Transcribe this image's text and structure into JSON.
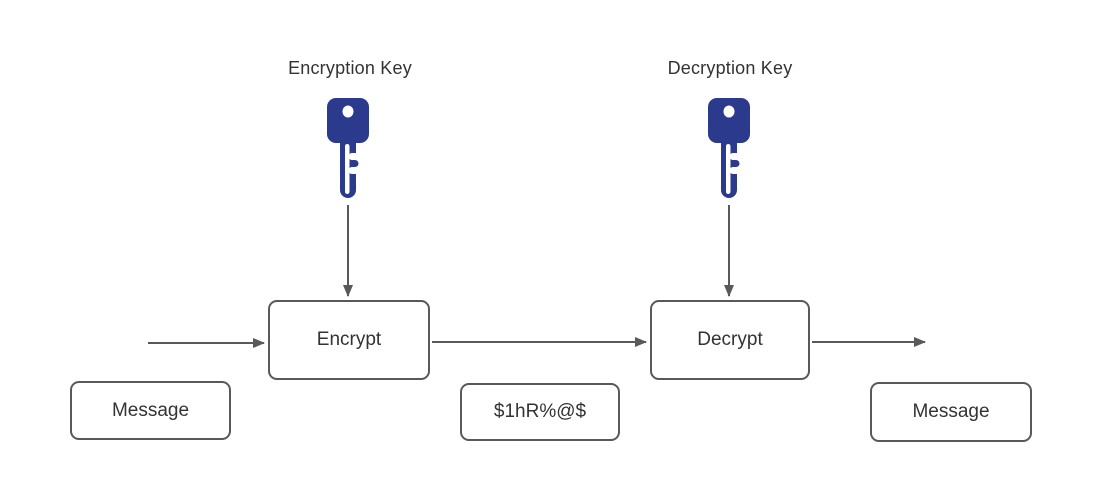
{
  "labels": {
    "encryption_key": "Encryption Key",
    "decryption_key": "Decryption Key"
  },
  "nodes": {
    "encrypt": "Encrypt",
    "decrypt": "Decrypt",
    "message_in": "Message",
    "ciphertext": "$1hR%@$",
    "message_out": "Message"
  },
  "edges": [
    {
      "from": "plaintext-input",
      "to": "encrypt-box",
      "direction": "right"
    },
    {
      "from": "encryption-key-icon",
      "to": "encrypt-box",
      "direction": "down"
    },
    {
      "from": "encrypt-box",
      "to": "decrypt-box",
      "direction": "right"
    },
    {
      "from": "decryption-key-icon",
      "to": "decrypt-box",
      "direction": "down"
    },
    {
      "from": "decrypt-box",
      "to": "plaintext-output",
      "direction": "right"
    }
  ],
  "icons": {
    "encryption_key": "key-icon",
    "decryption_key": "key-icon"
  },
  "colors": {
    "key": "#2b3a8c",
    "border": "#595959",
    "arrow": "#595959",
    "text": "#333333",
    "bg": "#ffffff"
  }
}
